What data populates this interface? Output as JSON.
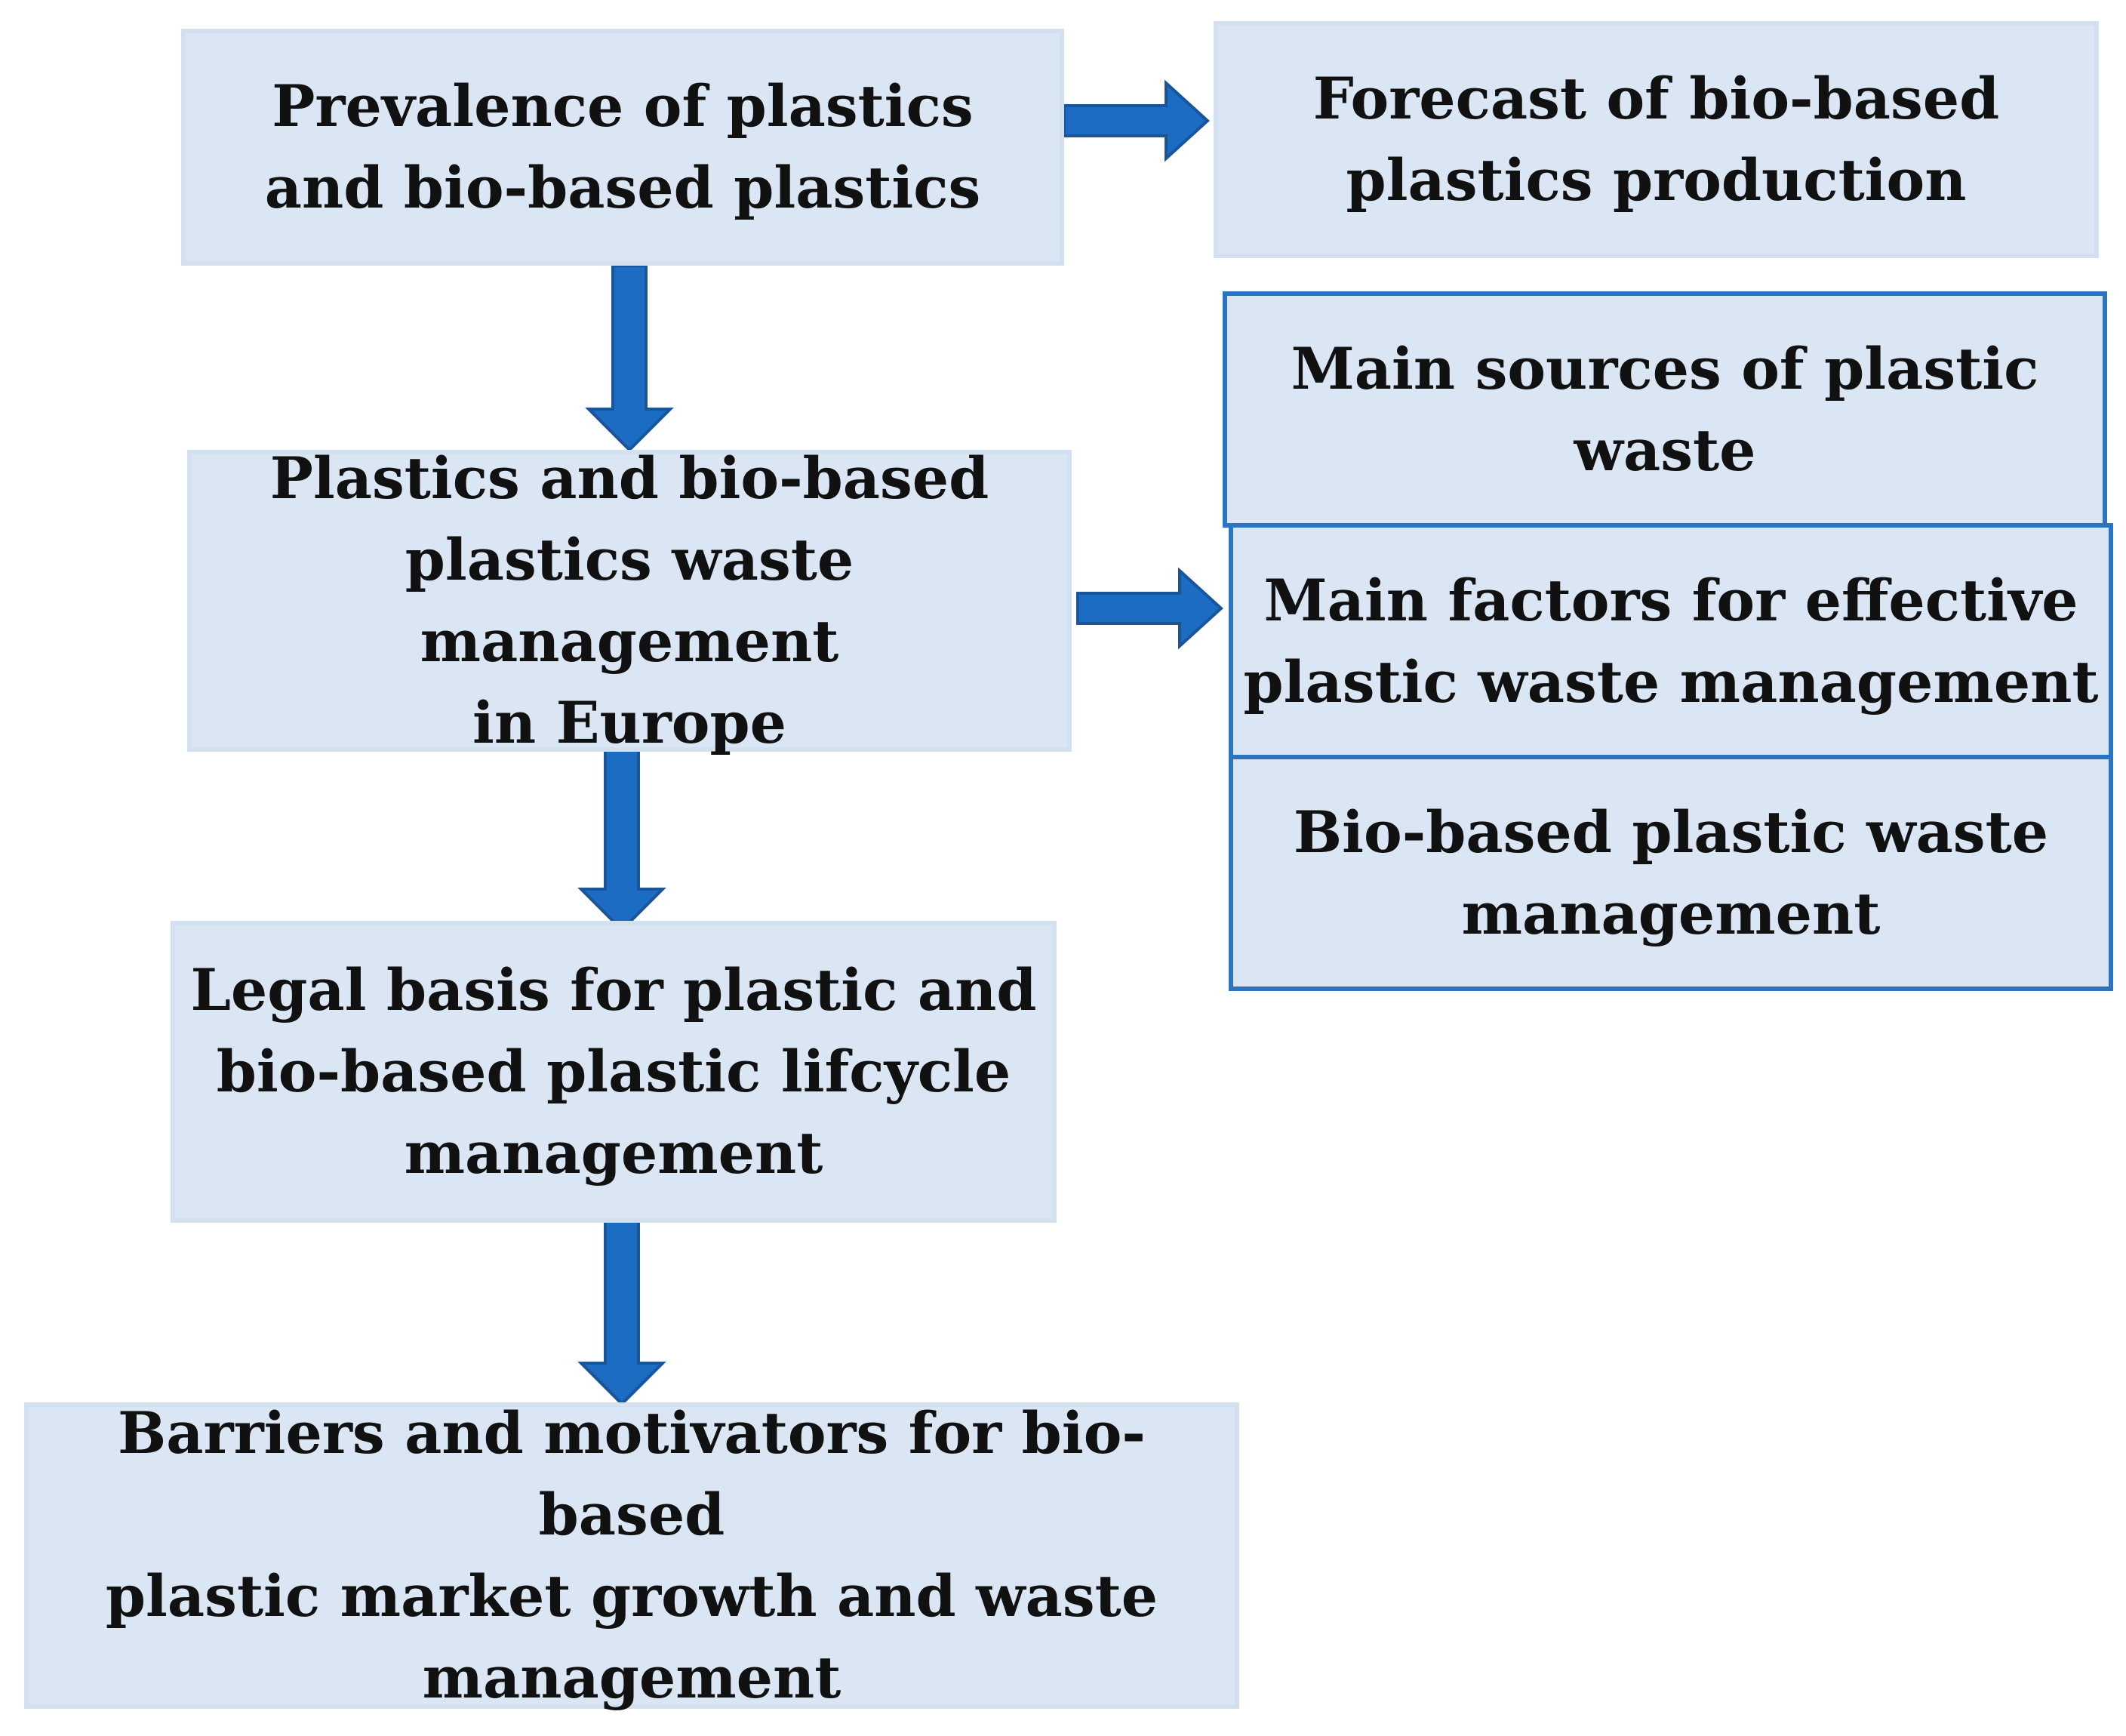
{
  "boxes": {
    "prevalence": "Prevalence of plastics\nand bio-based plastics",
    "forecast": "Forecast of bio-based\nplastics production",
    "waste_management_europe": "Plastics and bio-based\nplastics waste management\nin Europe",
    "main_sources": "Main sources of plastic\nwaste",
    "main_factors": "Main factors for effective\nplastic waste management",
    "biobased_waste": "Bio-based plastic waste\nmanagement",
    "legal_basis": "Legal basis for plastic and\nbio-based plastic lifcycle\nmanagement",
    "barriers": "Barriers and motivators for bio-based\nplastic market growth and waste\nmanagement"
  },
  "colors": {
    "box_fill": "#dae6f4",
    "box_outline": "#2a74c4",
    "arrow_fill": "#1b6cc2",
    "text": "#111111"
  }
}
